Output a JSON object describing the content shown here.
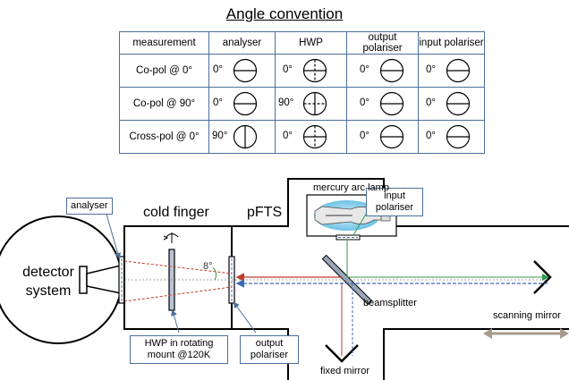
{
  "title": "Angle convention",
  "table": {
    "headers": [
      "measurement",
      "analyser",
      "HWP",
      "output polariser",
      "input polariser"
    ],
    "rows": [
      {
        "label": "Co-pol @ 0°",
        "analyser": "0°",
        "hwp": "0°",
        "output": "0°",
        "input": "0°",
        "analyser_orientation": "horizontal",
        "hwp_orientation": "vertical-dashed"
      },
      {
        "label": "Co-pol @ 90°",
        "analyser": "0°",
        "hwp": "90°",
        "output": "0°",
        "input": "0°",
        "analyser_orientation": "horizontal",
        "hwp_orientation": "horizontal-dashed"
      },
      {
        "label": "Cross-pol @ 0°",
        "analyser": "90°",
        "hwp": "0°",
        "output": "0°",
        "input": "0°",
        "analyser_orientation": "vertical",
        "hwp_orientation": "vertical-dashed"
      }
    ]
  },
  "diagram": {
    "detector_system": [
      "detector",
      "system"
    ],
    "cold_finger": "cold finger",
    "pfts": "pFTS",
    "angle_label": "8°",
    "callouts": {
      "analyser": "analyser",
      "input_polariser": [
        "input",
        "polariser"
      ],
      "hwp_mount": [
        "HWP in rotating",
        "mount @120K"
      ],
      "output_polariser": [
        "output",
        "polariser"
      ]
    },
    "labels": {
      "mercury_arc_lamp": "mercury arc lamp",
      "beamsplitter": "beamsplitter",
      "scanning_mirror": "scanning mirror",
      "fixed_mirror": "fixed mirror"
    },
    "colors": {
      "border": "#4a6f9c",
      "red_beam": "#c0392b",
      "blue_beam": "#3b6ab8",
      "green_beam": "#2e9a4b",
      "lamp_glow": "#8fd3f0",
      "arrow": "#a79b8a"
    }
  }
}
